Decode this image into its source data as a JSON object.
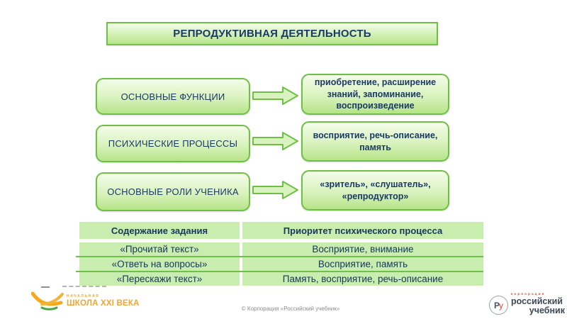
{
  "slide": {
    "title": "РЕПРОДУКТИВНАЯ ДЕЯТЕЛЬНОСТЬ",
    "diagram_rows": [
      {
        "label": "ОСНОВНЫЕ ФУНКЦИИ",
        "result": "приобретение, расширение знаний, запоминание, воспроизведение"
      },
      {
        "label": "ПСИХИЧЕСКИЕ ПРОЦЕССЫ",
        "result": "восприятие, речь-описание, память"
      },
      {
        "label": "ОСНОВНЫЕ РОЛИ УЧЕНИКА",
        "result": "«зритель», «слушатель», «репродуктор»"
      }
    ],
    "table": {
      "headers": [
        "Содержание задания",
        "Приоритет психического процесса"
      ],
      "rows": [
        [
          "«Прочитай текст»",
          "Восприятие, внимание"
        ],
        [
          "«Ответь на вопросы»",
          "Восприятие, память"
        ],
        [
          "«Перескажи текст»",
          "Память, восприятие, речь-описание"
        ]
      ]
    },
    "footer": {
      "school_logo": {
        "small": "НАЧАЛЬНАЯ",
        "main": "ШКОЛА XXI ВЕКА"
      },
      "copyright": "© Корпорация «Российский учебник»",
      "publisher_logo": {
        "monogram_p": "Р",
        "monogram_u": "у",
        "small": "корпорация",
        "line1": "российский",
        "line2": "учебник"
      }
    },
    "colors": {
      "border_green": "#6fbf44",
      "box_fill_top": "#f3fdea",
      "box_fill_bottom": "#b6e489",
      "table_cell_green": "#c9edae",
      "separator_green": "#6fbf4a",
      "text_navy": "#1a3a66",
      "logo_orange": "#f5a81c",
      "logo_red": "#e03c31",
      "logo_slate": "#3d4856"
    }
  }
}
